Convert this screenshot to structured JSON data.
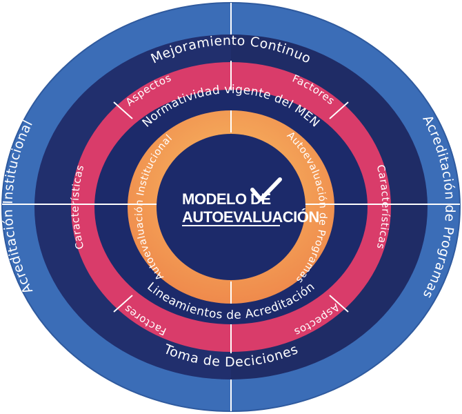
{
  "center": {
    "title_line1": "MODELO DE",
    "title_line2": "AUTOEVALUACIÓN",
    "icon": "checkmark-icon"
  },
  "outer_ring": {
    "top": "Mejoramiento Continuo",
    "bottom": "Toma de Deciciones",
    "left": "Acreditación Institucional",
    "right": "Acreditación de Programas"
  },
  "inner_band": {
    "top": "Normatividad vigente del MEN",
    "bottom": "Lineamientos de Acreditación"
  },
  "pink_ring": {
    "top_left": "Aspectos",
    "top_right": "Factores",
    "left": "Características",
    "right": "Características",
    "bottom_left": "Factores",
    "bottom_right": "Aspectos"
  },
  "orange_ring": {
    "left": "Autoevaluación Institucional",
    "right": "Autoevaluación de Programas"
  },
  "colors": {
    "outer_blue": "#3b6db7",
    "outer_edge": "#2f5a9e",
    "dark_navy": "#1f2c66",
    "band_navy": "#1c2a6a",
    "pink": "#d93c6a",
    "orange": "#f39a52",
    "orange_light": "#f6b65e",
    "white": "#ffffff"
  }
}
